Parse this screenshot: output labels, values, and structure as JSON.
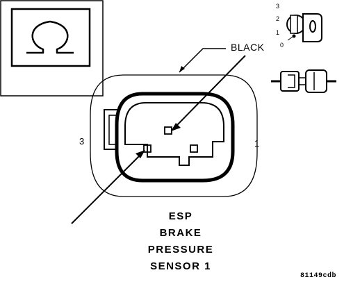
{
  "labels": {
    "wire_color": "BLACK",
    "pin_left": "3",
    "pin_right": "1",
    "key_positions": [
      "3",
      "2",
      "1",
      "0"
    ],
    "caption_lines": [
      "ESP",
      "BRAKE",
      "PRESSURE",
      "SENSOR 1"
    ],
    "figure_code": "81149cdb"
  },
  "icons": {
    "meter": "ohm-symbol-icon",
    "ignition": "ignition-key-icon",
    "connector": "connector-unplugged-icon"
  }
}
